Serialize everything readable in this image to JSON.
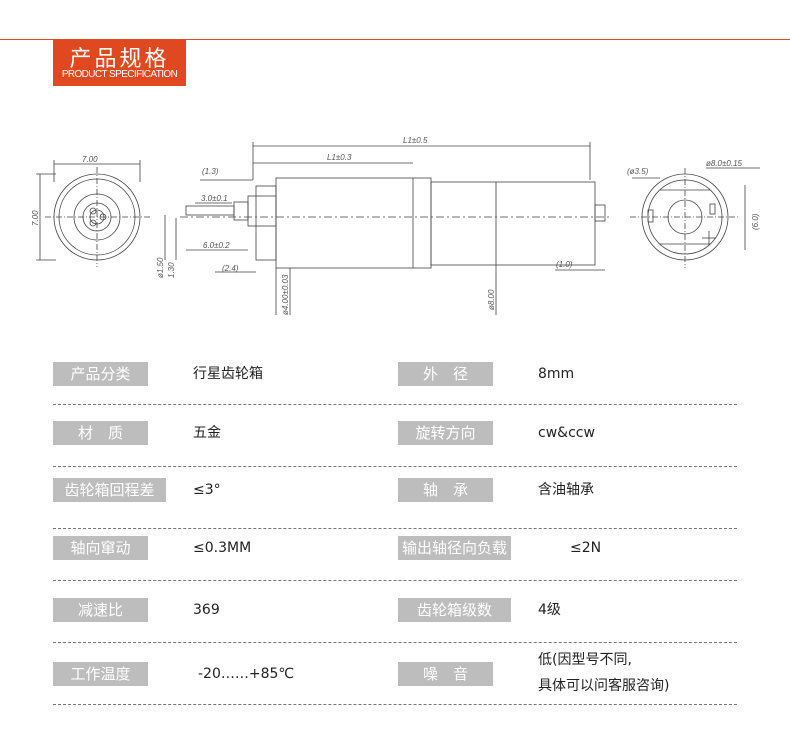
{
  "header": {
    "title_cn": "产品规格",
    "title_en": "PRODUCT SPECIFICATION",
    "accent_color": "#e0481f"
  },
  "drawing": {
    "front_width": "7.00",
    "front_height": "7.00",
    "dim_l1_total": "L1±0.5",
    "dim_l1_body": "L1±0.3",
    "dim_13": "(1.3)",
    "dim_30": "3.0±0.1",
    "dim_60": "6.0±0.2",
    "dim_24": "(2.4)",
    "dim_150": "ø1.50",
    "dim_130": "1.30",
    "dim_400": "ø4.00±0.03",
    "dim_800v": "ø8.00",
    "dim_10": "(1.0)",
    "dim_35": "(ø3.5)",
    "dim_80": "ø8.0±0.15",
    "dim_60r": "(6.0)"
  },
  "specs": [
    {
      "left_label": "产品分类",
      "left_value": "行星齿轮箱",
      "right_label": "外　径",
      "right_value": "8mm"
    },
    {
      "left_label": "材　质",
      "left_value": "五金",
      "right_label": "旋转方向",
      "right_value": "cw&ccw"
    },
    {
      "left_label": "齿轮箱回程差",
      "left_value": "≤3°",
      "right_label": "轴　承",
      "right_value": "含油轴承"
    },
    {
      "left_label": "轴向窜动",
      "left_value": "≤0.3MM",
      "right_label": "输出轴径向负载",
      "right_value": "≤2N"
    },
    {
      "left_label": "减速比",
      "left_value": "369",
      "right_label": "齿轮箱级数",
      "right_value": "4级"
    },
    {
      "left_label": "工作温度",
      "left_value": "-20……+85℃",
      "right_label": "噪　音",
      "right_value_line1": "低(因型号不同,",
      "right_value_line2": "具体可以问客服咨询)"
    }
  ]
}
